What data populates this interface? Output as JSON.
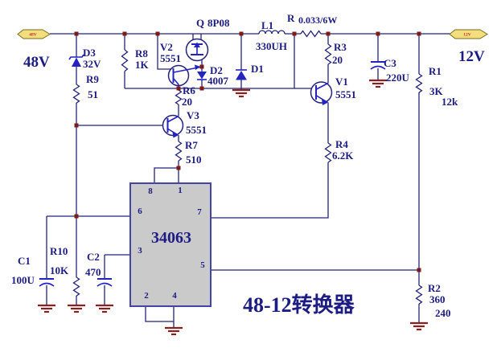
{
  "title": "48-12转换器",
  "ports": {
    "input": {
      "tag": "48V",
      "label": "48V"
    },
    "output": {
      "tag": "12V",
      "label": "12V"
    }
  },
  "ic": {
    "part": "34063",
    "pins": {
      "p1": "1",
      "p2": "2",
      "p3": "3",
      "p4": "4",
      "p5": "5",
      "p6": "6",
      "p7": "7",
      "p8": "8"
    }
  },
  "components": {
    "q": {
      "ref": "Q",
      "value": "8P08"
    },
    "v1": {
      "ref": "V1",
      "value": "5551"
    },
    "v2": {
      "ref": "V2",
      "value": "5551"
    },
    "v3": {
      "ref": "V3",
      "value": "5551"
    },
    "d1": {
      "ref": "D1"
    },
    "d2": {
      "ref": "D2",
      "value": "4007"
    },
    "d3": {
      "ref": "D3",
      "value": "32V"
    },
    "l1": {
      "ref": "L1",
      "value": "330UH"
    },
    "r": {
      "ref": "R",
      "value": "0.033/6W"
    },
    "r1": {
      "ref": "R1",
      "value": "3K",
      "alt": "12k"
    },
    "r2": {
      "ref": "R2",
      "value": "360",
      "alt": "240"
    },
    "r3": {
      "ref": "R3",
      "value": "20"
    },
    "r4": {
      "ref": "R4",
      "value": "6.2K"
    },
    "r6": {
      "ref": "R6",
      "value": "20"
    },
    "r7": {
      "ref": "R7",
      "value": "510"
    },
    "r8": {
      "ref": "R8",
      "value": "1K"
    },
    "r9": {
      "ref": "R9",
      "value": "51"
    },
    "r10": {
      "ref": "R10",
      "value": "10K"
    },
    "c1": {
      "ref": "C1",
      "value": "100U"
    },
    "c2": {
      "ref": "C2",
      "value": "470"
    },
    "c3": {
      "ref": "C3",
      "value": "220U"
    }
  }
}
